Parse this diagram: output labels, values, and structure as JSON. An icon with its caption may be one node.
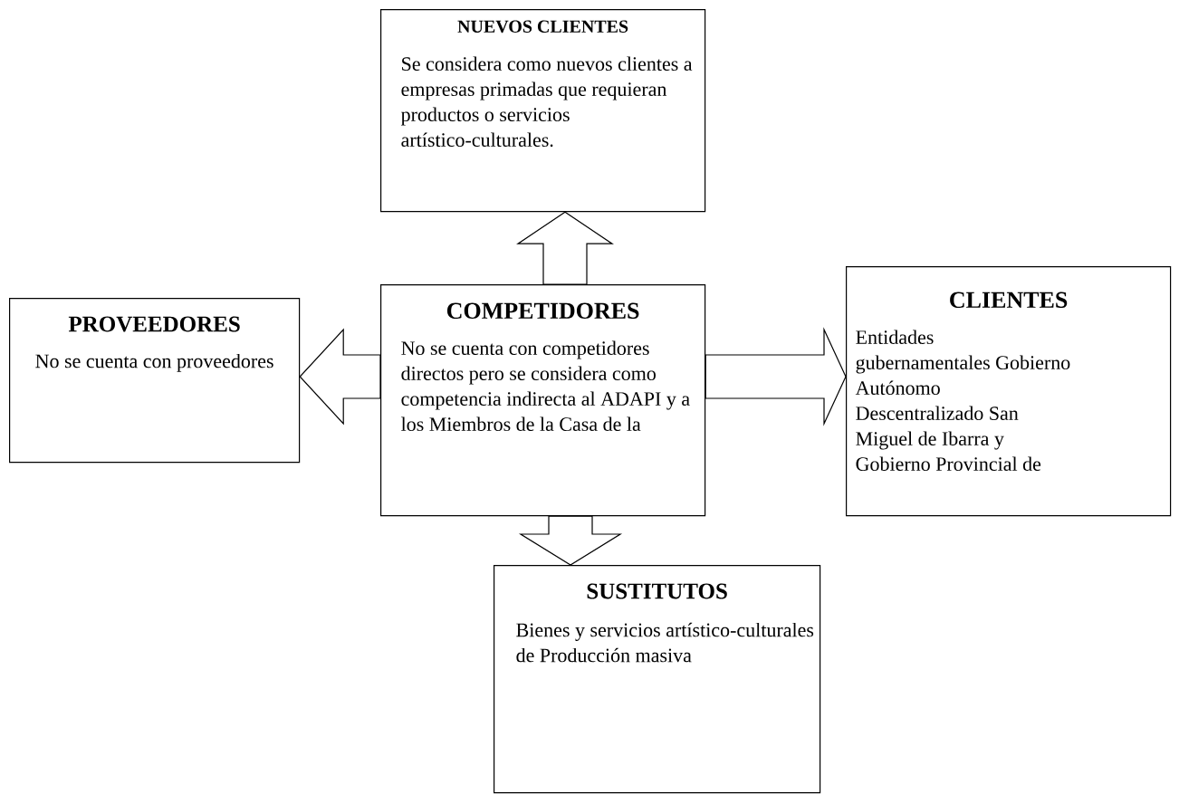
{
  "diagram": {
    "nodes": [
      {
        "text": [
          "NUEVOS CLIENTES",
          "Se considera como nuevos clientes a empresas primadas que requieran productos o servicios artístico-culturales."
        ]
      },
      {
        "text": [
          "PROVEEDORES",
          "No se cuenta con proveedores"
        ]
      },
      {
        "text": [
          "COMPETIDORES",
          "No se cuenta con competidores directos pero se considera como competencia indirecta al ADAPI y a los Miembros de la Casa de la"
        ]
      },
      {
        "text": [
          "CLIENTES",
          "Entidades gubernamentales Gobierno Autónomo Descentralizado San Miguel de Ibarra y Gobierno Provincial de"
        ]
      },
      {
        "text": [
          "SUSTITUTOS",
          "Bienes y servicios artístico-culturales de Producción masiva"
        ]
      }
    ],
    "edges": [
      {
        "from": 2,
        "to": 0,
        "arrow": "to"
      },
      {
        "from": 2,
        "to": 1,
        "arrow": "to"
      },
      {
        "from": 2,
        "to": 3,
        "arrow": "to"
      },
      {
        "from": 2,
        "to": 4,
        "arrow": "to"
      }
    ]
  }
}
